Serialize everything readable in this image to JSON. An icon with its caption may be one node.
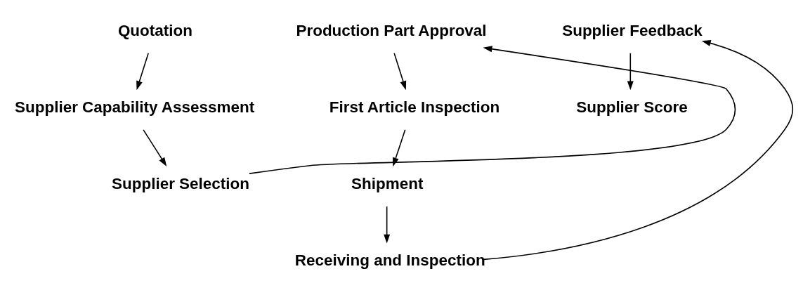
{
  "diagram": {
    "nodes": [
      {
        "text": [
          "Quotation"
        ]
      },
      {
        "text": [
          "Supplier Capability Assessment"
        ]
      },
      {
        "text": [
          "Supplier Selection"
        ]
      },
      {
        "text": [
          "Production Part Approval"
        ]
      },
      {
        "text": [
          "First Article Inspection"
        ]
      },
      {
        "text": [
          "Shipment"
        ]
      },
      {
        "text": [
          "Receiving and Inspection"
        ]
      },
      {
        "text": [
          "Supplier Feedback"
        ]
      },
      {
        "text": [
          "Supplier Score"
        ]
      }
    ],
    "edges": [
      {
        "from": 0,
        "to": 1,
        "arrow": "to"
      },
      {
        "from": 1,
        "to": 2,
        "arrow": "to"
      },
      {
        "from": 2,
        "to": 3,
        "arrow": "to"
      },
      {
        "from": 3,
        "to": 4,
        "arrow": "to"
      },
      {
        "from": 4,
        "to": 5,
        "arrow": "to"
      },
      {
        "from": 5,
        "to": 6,
        "arrow": "to"
      },
      {
        "from": 6,
        "to": 7,
        "arrow": "to"
      },
      {
        "from": 7,
        "to": 8,
        "arrow": "to"
      }
    ]
  }
}
